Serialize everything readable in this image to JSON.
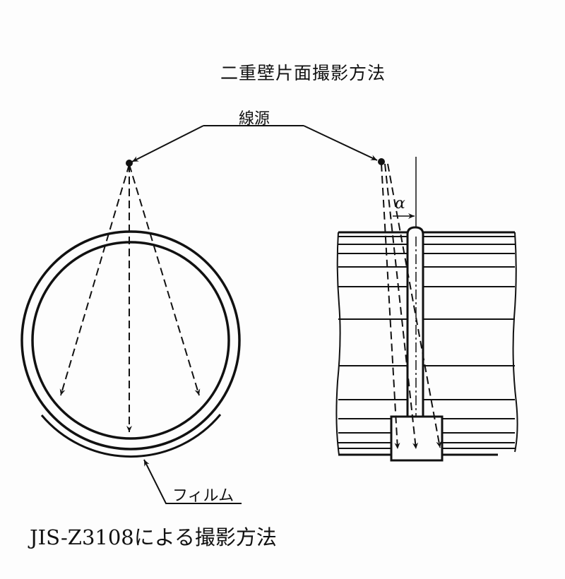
{
  "title": "二重壁片面撮影方法",
  "source_label": "線源",
  "film_label": "フィルム",
  "angle_label": "α",
  "caption": "JIS-Z3108による撮影方法",
  "colors": {
    "line": "#111111",
    "background": "#fdfdfd"
  }
}
